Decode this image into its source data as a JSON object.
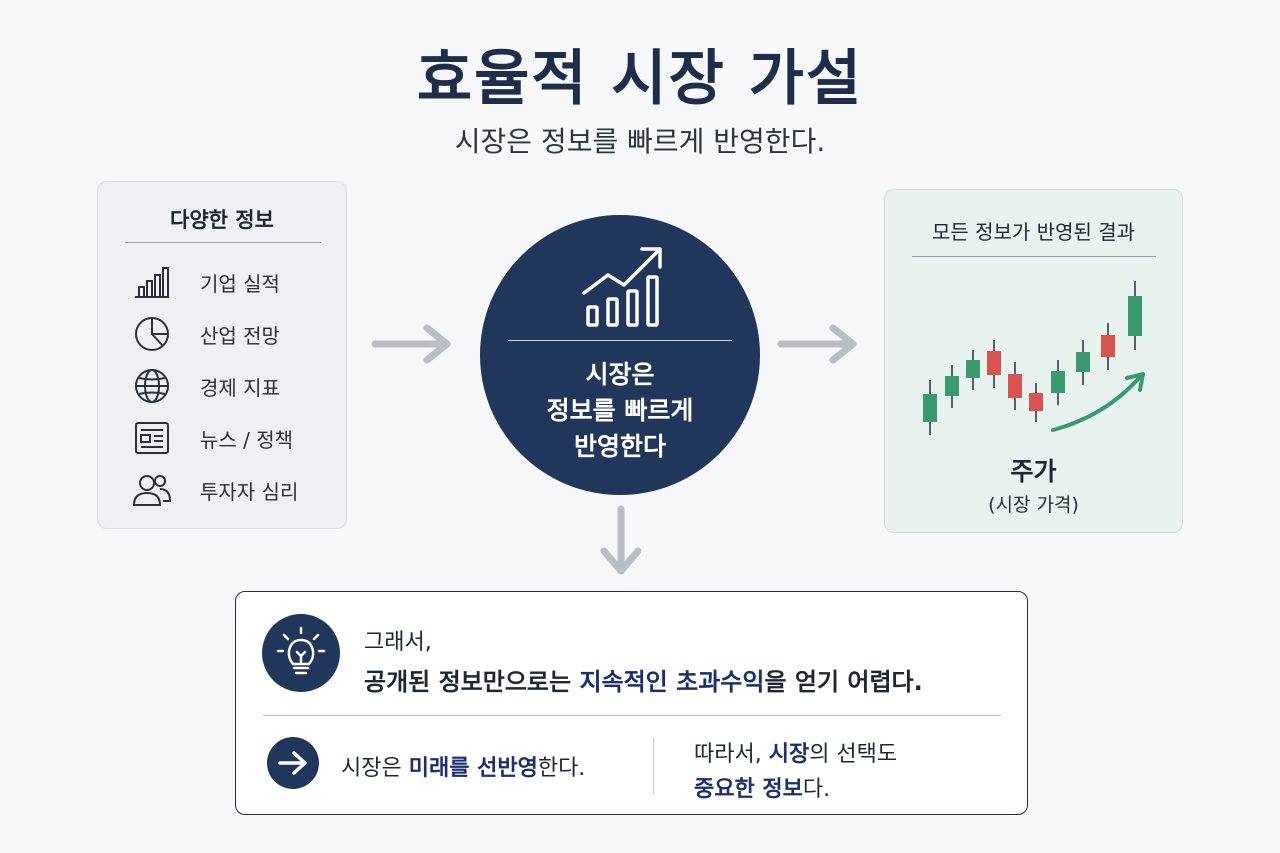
{
  "title": "효율적 시장 가설",
  "subtitle": "시장은 정보를 빠르게 반영한다.",
  "left_card": {
    "title": "다양한 정보",
    "items": [
      {
        "label": "기업 실적",
        "icon": "bar-chart-icon"
      },
      {
        "label": "산업 전망",
        "icon": "pie-chart-icon"
      },
      {
        "label": "경제 지표",
        "icon": "globe-icon"
      },
      {
        "label": "뉴스 / 정책",
        "icon": "newspaper-icon"
      },
      {
        "label": "투자자 심리",
        "icon": "people-icon"
      }
    ]
  },
  "center": {
    "icon": "growth-chart-icon",
    "lines": [
      "시장은",
      "정보를 빠르게",
      "반영한다"
    ]
  },
  "right_card": {
    "title": "모든 정보가 반영된 결과",
    "price_label": "주가",
    "price_sub": "(시장 가격)",
    "colors": {
      "up": "#3a9a6f",
      "down": "#d95353"
    }
  },
  "bottom": {
    "line1": "그래서,",
    "line2_a": "공개된 정보만으로는 ",
    "line2_hl": "지속적인 초과수익",
    "line2_b": "을 얻기 어렵다.",
    "left_a": "시장은 ",
    "left_hl": "미래를 선반영",
    "left_b": "한다.",
    "right_a": "따라서, ",
    "right_hl": "시장",
    "right_b": "의 선택도",
    "right2_hl": "중요한 정보",
    "right2_b": "다."
  },
  "colors": {
    "navy": "#20365a",
    "arrow_gray": "#b9bdc4",
    "highlight": "#1b2f70"
  }
}
